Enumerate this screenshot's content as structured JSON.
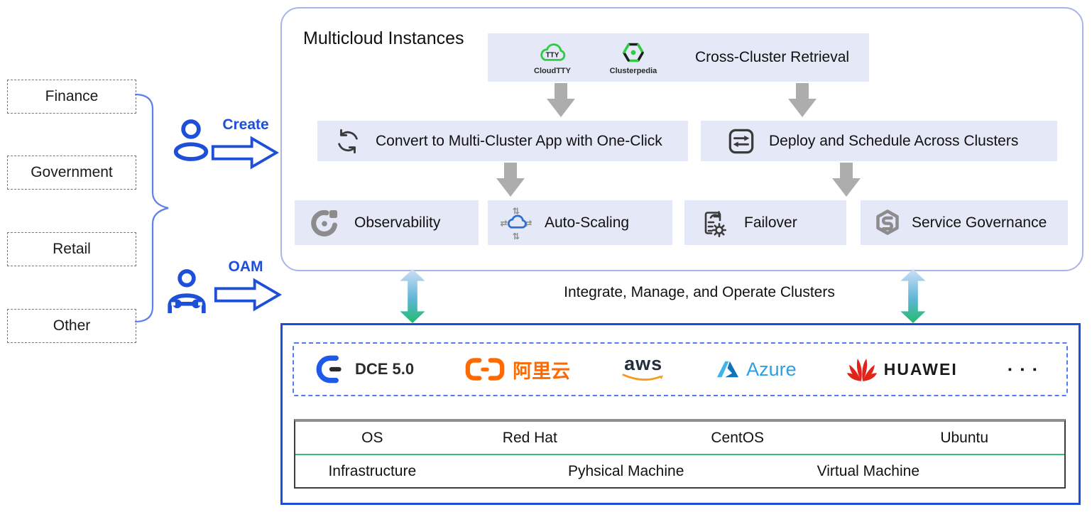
{
  "colors": {
    "accent_blue": "#1d4fd8",
    "panel_border_light": "#a9b5e8",
    "platform_border_blue": "#1b4fd8",
    "dashed_logo_border": "#4f7cf0",
    "box_lavender": "#e4e8f7",
    "arrow_gray": "#adadad",
    "gradient_arrow_top": "#cfe0f5",
    "gradient_arrow_bottom": "#21bb6a",
    "table_divider_green": "#35c07c",
    "cloudtty_green": "#2ecc40",
    "alibaba_orange": "#ff6a00",
    "aws_orange": "#f7981f",
    "azure_blue": "#2e9fe3",
    "huawei_red": "#e2231a"
  },
  "industries": [
    {
      "label": "Finance"
    },
    {
      "label": "Government"
    },
    {
      "label": "Retail"
    },
    {
      "label": "Other"
    }
  ],
  "actors": {
    "create": {
      "label": "Create",
      "icon": "user-icon"
    },
    "oam": {
      "label": "OAM",
      "icon": "user-wrench-icon"
    }
  },
  "multicloud": {
    "title": "Multicloud Instances",
    "retrieval": {
      "label": "Cross-Cluster Retrieval",
      "tools": [
        {
          "name": "CloudTTY",
          "icon": "cloudtty-icon"
        },
        {
          "name": "Clusterpedia",
          "icon": "clusterpedia-icon"
        }
      ]
    },
    "actions": [
      {
        "label": "Convert to Multi-Cluster App with One-Click",
        "icon": "sync-icon"
      },
      {
        "label": "Deploy and Schedule Across Clusters",
        "icon": "sliders-icon"
      }
    ],
    "capabilities": [
      {
        "label": "Observability",
        "icon": "gauge-icon"
      },
      {
        "label": "Auto-Scaling",
        "icon": "autoscale-cloud-icon"
      },
      {
        "label": "Failover",
        "icon": "failover-doc-gear-icon"
      },
      {
        "label": "Service Governance",
        "icon": "service-mesh-icon"
      }
    ]
  },
  "integration": {
    "label": "Integrate, Manage, and Operate Clusters"
  },
  "platform": {
    "providers": [
      {
        "name": "DCE 5.0",
        "icon": "dce-logo"
      },
      {
        "name": "阿里云",
        "icon": "alibaba-cloud-logo"
      },
      {
        "name": "aws",
        "icon": "aws-logo"
      },
      {
        "name": "Azure",
        "icon": "azure-logo"
      },
      {
        "name": "HUAWEI",
        "icon": "huawei-logo"
      },
      {
        "name": "▪ ▪ ▪",
        "icon": "ellipsis"
      }
    ],
    "os_row": {
      "header": "OS",
      "cells": [
        "Red Hat",
        "CentOS",
        "Ubuntu"
      ]
    },
    "infra_row": {
      "header": "Infrastructure",
      "cells": [
        "Pyhsical Machine",
        "Virtual Machine"
      ]
    }
  }
}
